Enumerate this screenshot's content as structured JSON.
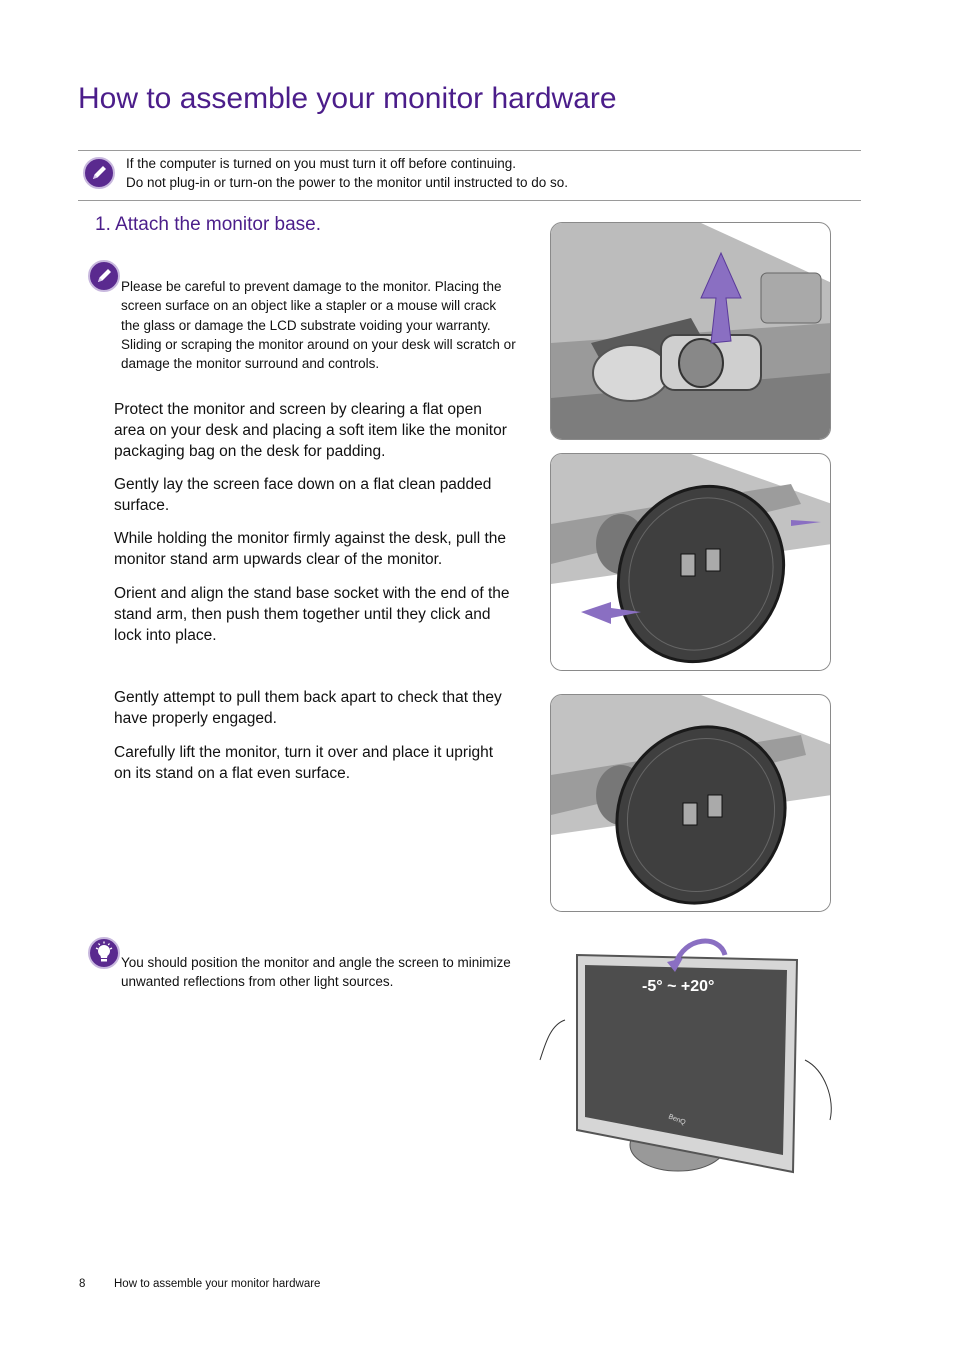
{
  "page": {
    "title": "How to assemble your monitor hardware",
    "caution_line1": "If the computer is turned on you must turn it off before continuing.",
    "caution_line2": "Do not plug-in or turn-on the power to the monitor until instructed to do so.",
    "section_heading": "1. Attach the monitor base.",
    "note_text": "Please be careful to prevent damage to the monitor. Placing the screen surface on an object like a stapler or a mouse will crack the glass or damage the LCD substrate voiding your warranty. Sliding or scraping the monitor around on your desk will scratch or damage the monitor surround and controls.",
    "steps": [
      "Protect the monitor and screen by clearing a flat open area on your desk and placing a soft item like the monitor packaging bag on the desk for padding.",
      "Gently lay the screen face down on a flat clean padded surface.",
      "While holding the monitor firmly against the desk, pull the monitor stand arm upwards clear of the monitor.",
      "Orient and align the stand base socket with the end of the stand arm, then push them together until they click and lock into place.",
      "Gently attempt to pull them back apart to check that they have properly engaged.",
      "Carefully lift the monitor, turn it over and place it upright on its stand on a flat even surface."
    ],
    "tip_text": "You should position the monitor and angle the screen to minimize unwanted reflections from other light sources.",
    "tilt_label": "-5° ~ +20°",
    "brand_label": "BenQ",
    "footer_page": "8",
    "footer_text": "How to assemble your monitor hardware"
  },
  "icons": {
    "note": "pencil-icon",
    "tip": "lightbulb-icon"
  },
  "colors": {
    "heading": "#4b1d8a",
    "icon_bg": "#5a2a8f",
    "arrow": "#7a4fb0"
  }
}
